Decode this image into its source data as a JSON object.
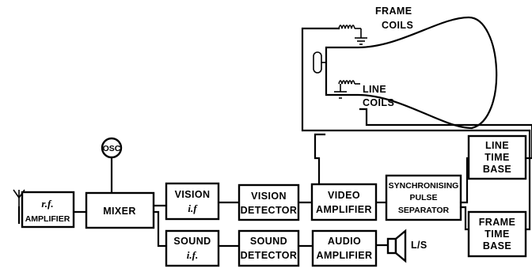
{
  "blocks": {
    "rf_amplifier": [
      "r.f.",
      "AMPLIFIER"
    ],
    "mixer": [
      "MIXER"
    ],
    "oscillator": [
      "OSC"
    ],
    "vision_if": [
      "VISION",
      "i.f"
    ],
    "vision_detector": [
      "VISION",
      "DETECTOR"
    ],
    "video_amplifier": [
      "VIDEO",
      "AMPLIFIER"
    ],
    "sync_separator": [
      "SYNCHRONISING",
      "PULSE",
      "SEPARATOR"
    ],
    "line_time_base": [
      "LINE",
      "TIME",
      "BASE"
    ],
    "frame_time_base": [
      "FRAME",
      "TIME",
      "BASE"
    ],
    "sound_if": [
      "SOUND",
      "i.f."
    ],
    "sound_detector": [
      "SOUND",
      "DETECTOR"
    ],
    "audio_amplifier": [
      "AUDIO",
      "AMPLIFIER"
    ]
  },
  "labels": {
    "frame_coils": [
      "FRAME",
      "COILS"
    ],
    "line_coils": [
      "LINE",
      "COILS"
    ],
    "loudspeaker": "L/S"
  }
}
